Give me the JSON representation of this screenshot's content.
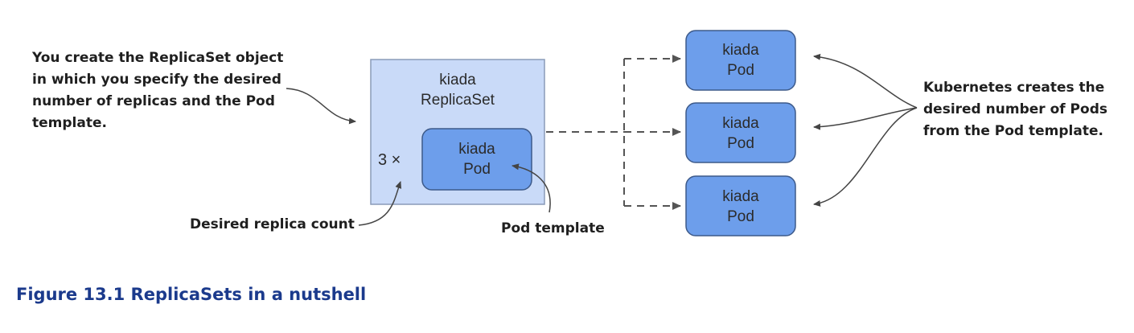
{
  "notes": {
    "create": "You create the ReplicaSet object\nin which you specify the desired\nnumber of replicas and the Pod\ntemplate.",
    "replica_count": "Desired replica count",
    "pod_template": "Pod template",
    "kubernetes": "Kubernetes creates the\ndesired number of Pods\nfrom the Pod template."
  },
  "replicaset": {
    "name": "kiada",
    "kind": "ReplicaSet",
    "multiplier": "3 ×"
  },
  "template_pod": {
    "name": "kiada",
    "kind": "Pod"
  },
  "pods": [
    {
      "name": "kiada",
      "kind": "Pod"
    },
    {
      "name": "kiada",
      "kind": "Pod"
    },
    {
      "name": "kiada",
      "kind": "Pod"
    }
  ],
  "caption": "Figure 13.1 ReplicaSets in a nutshell",
  "colors": {
    "replicaset_fill": "#c9daf8",
    "replicaset_border": "#8a9bb8",
    "pod_fill": "#6d9eeb",
    "pod_border": "#3d5a8a",
    "arrow": "#555555",
    "caption": "#1b3a8c"
  }
}
